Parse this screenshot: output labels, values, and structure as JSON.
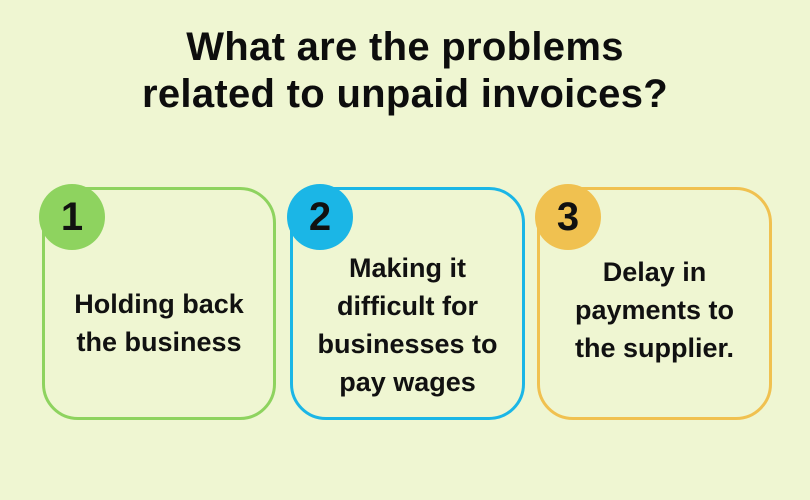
{
  "title": {
    "line1": "What are the problems",
    "line2": "related to unpaid invoices?"
  },
  "cards": [
    {
      "number": "1",
      "text": "Holding back the business",
      "color": "#8ed35f"
    },
    {
      "number": "2",
      "text": "Making it difficult for businesses to pay wages",
      "color": "#1bb6e6"
    },
    {
      "number": "3",
      "text": "Delay in payments to the supplier.",
      "color": "#f0c150"
    }
  ],
  "colors": {
    "background": "#eff6d2",
    "text": "#111111"
  }
}
